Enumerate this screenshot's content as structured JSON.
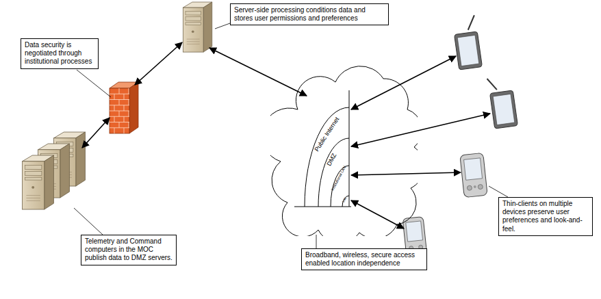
{
  "diagram": {
    "nodes": [
      {
        "text": [
          "Server-side processing conditions data and stores user permissions and preferences"
        ]
      },
      {
        "text": [
          "Data security is negotiated through institutional processes"
        ]
      },
      {
        "text": [
          "Public Internet",
          "DMZ",
          "Institutional LAN",
          "Lab"
        ]
      },
      {
        "text": [
          "Telemetry and Command computers in the MOC publish data to DMZ servers."
        ]
      },
      {
        "text": [
          "Broadband, wireless, secure access enabled location independence"
        ]
      },
      {
        "text": [
          "Thin-clients on multiple devices preserve user preferences and look-and-feel."
        ]
      }
    ]
  }
}
